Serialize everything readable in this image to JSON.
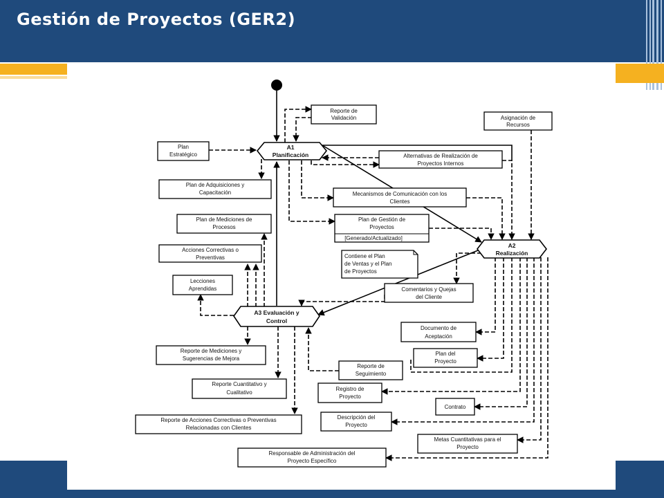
{
  "slide": {
    "title": "Gestión de Proyectos (GER2)"
  },
  "colors": {
    "header_bg": "#1f4a7c",
    "accent_gold": "#f5b120",
    "accent_lines": "#a9c1dd"
  },
  "diagram": {
    "activities": {
      "a1": [
        "A1",
        "Planificación"
      ],
      "a2": [
        "A2",
        "Realización"
      ],
      "a3": [
        "A3  Evaluación y",
        "Control"
      ]
    },
    "artifacts": {
      "reporte_validacion": [
        "Reporte de",
        "Validación"
      ],
      "asignacion_recursos": [
        "Asignación de",
        "Recursos"
      ],
      "plan_estrategico": [
        "Plan",
        "Estratégico"
      ],
      "alternativas": [
        "Alternativas de Realización de",
        "Proyectos Internos"
      ],
      "plan_adquisiciones": [
        "Plan de Adquisiciones y",
        "Capacitación"
      ],
      "mecanismos": [
        "Mecanismos de Comunicación con los",
        "Clientes"
      ],
      "plan_mediciones": [
        "Plan de Mediciones de",
        "Procesos"
      ],
      "plan_gestion": [
        "Plan de Gestión de",
        "Proyectos"
      ],
      "plan_gestion_status": "[Generado/Actualizado]",
      "acciones_correctivas": [
        "Acciones Correctivas o",
        "Preventivas"
      ],
      "nota_plan": [
        "Contiene el Plan",
        "de Ventas y el Plan",
        "de Proyectos"
      ],
      "lecciones": [
        "Lecciones",
        "Aprendidas"
      ],
      "comentarios": [
        "Comentarios y Quejas",
        "del Cliente"
      ],
      "documento_aceptacion": [
        "Documento de",
        "Aceptación"
      ],
      "reporte_mediciones": [
        "Reporte de Mediciones y",
        "Sugerencias de Mejora"
      ],
      "plan_proyecto": [
        "Plan del",
        "Proyecto"
      ],
      "reporte_seguimiento": [
        "Reporte de",
        "Seguimiento"
      ],
      "reporte_cuantitativo": [
        "Reporte Cuantitativo y",
        "Cualitativo"
      ],
      "registro_proyecto": [
        "Registro de",
        "Proyecto"
      ],
      "contrato": [
        "Contrato"
      ],
      "descripcion_proyecto": [
        "Descripción del",
        "Proyecto"
      ],
      "reporte_acciones": [
        "Reporte de Acciones Correctivas o Preventivas",
        "Relacionadas con Clientes"
      ],
      "metas": [
        "Metas Cuantitativas para el",
        "Proyecto"
      ],
      "responsable": [
        "Responsable de Administración del",
        "Proyecto Específico"
      ]
    }
  }
}
